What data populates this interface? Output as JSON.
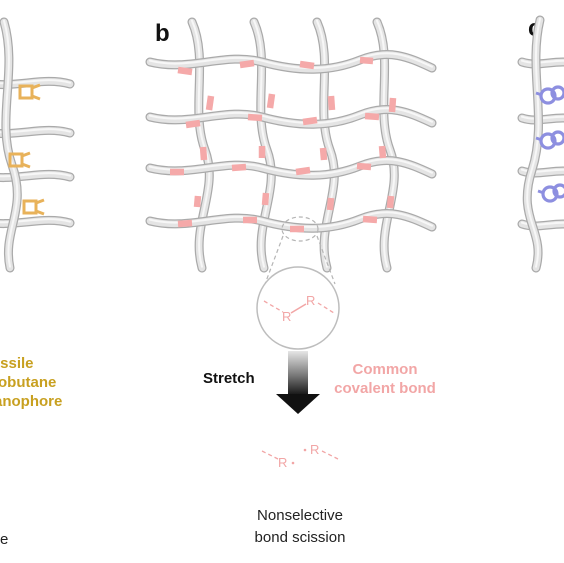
{
  "panels": {
    "a": {
      "label_lines": [
        "issile",
        "obutane",
        "anophore"
      ],
      "caption": "e",
      "label_color": "#c8a020",
      "mechanophore_color": "#e8b25a"
    },
    "b": {
      "letter": "b",
      "stretch_label": "Stretch",
      "bond_label_lines": [
        "Common",
        "covalent bond"
      ],
      "bond_label_color": "#f2a6a6",
      "atom_symbol": "R",
      "result_lines": [
        "Nonselective",
        "bond scission"
      ],
      "bond_color": "#f5a9a9",
      "strand_color": "#d9d9d9"
    },
    "c": {
      "letter": "c",
      "mechanophore_color": "#8d8fe0"
    }
  }
}
